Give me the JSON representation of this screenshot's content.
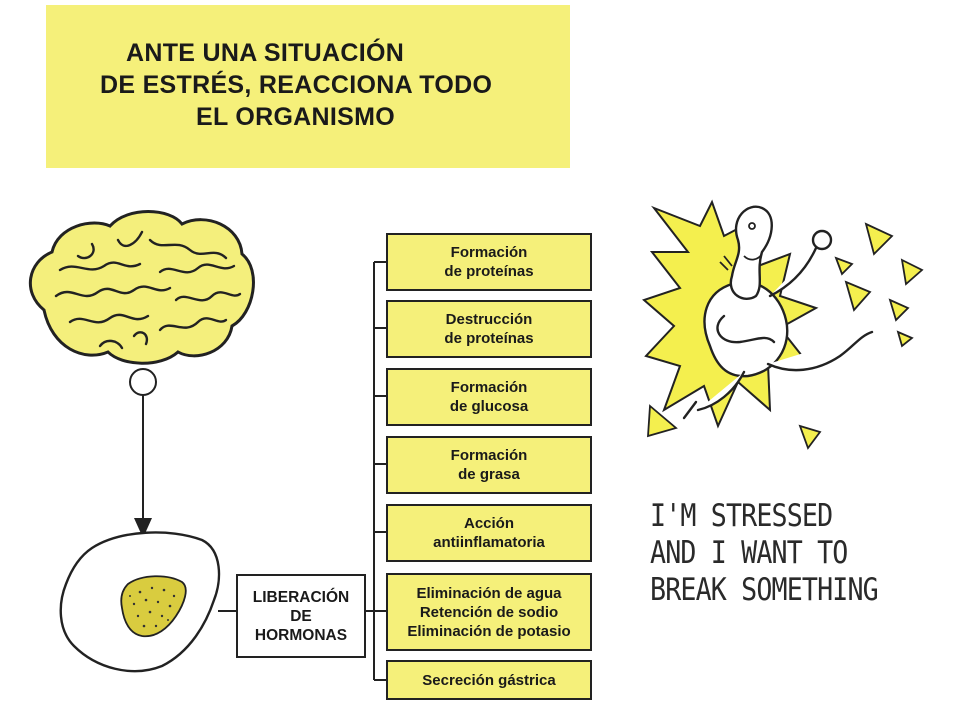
{
  "title": {
    "line1": "ANTE UNA SITUACIÓN",
    "line2": "DE ESTRÉS, REACCIONA TODO",
    "line3": "EL ORGANISMO"
  },
  "hormones": {
    "line1": "LIBERACIÓN",
    "line2": "DE",
    "line3": "HORMONAS"
  },
  "effects": [
    {
      "lines": [
        "Formación",
        "de proteínas"
      ]
    },
    {
      "lines": [
        "Destrucción",
        "de proteínas"
      ]
    },
    {
      "lines": [
        "Formación",
        "de glucosa"
      ]
    },
    {
      "lines": [
        "Formación",
        "de grasa"
      ]
    },
    {
      "lines": [
        "Acción",
        "antiinflamatoria"
      ]
    },
    {
      "lines": [
        "Eliminación de agua",
        "Retención de sodio",
        "Eliminación de potasio"
      ]
    },
    {
      "lines": [
        "Secreción gástrica"
      ]
    }
  ],
  "caption": {
    "line1": "I'M STRESSED",
    "line2": "AND I WANT TO",
    "line3": "BREAK SOMETHING"
  },
  "colors": {
    "accent_yellow": "#f5f07a",
    "brain_yellow": "#f4ef7c",
    "outline": "#222222"
  },
  "icons": {
    "brain": "brain-icon",
    "pituitary": "pituitary-gland-icon",
    "adrenal": "adrenal-gland-icon",
    "cartoon": "stressed-figure-icon"
  }
}
